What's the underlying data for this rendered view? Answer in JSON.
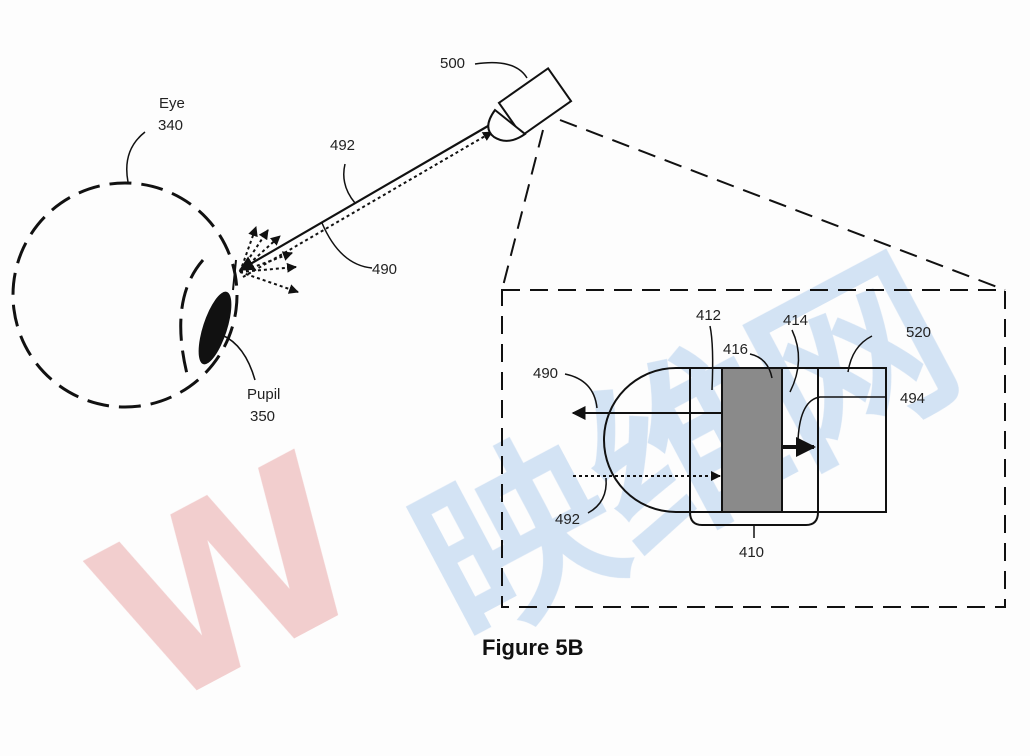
{
  "figure": {
    "caption": "Figure 5B",
    "watermark": {
      "logo": "W",
      "text": "映维网"
    },
    "labels": {
      "eye_name": "Eye",
      "eye_ref": "340",
      "pupil_name": "Pupil",
      "pupil_ref": "350",
      "device": "500",
      "beam_492_upper": "492",
      "beam_490_upper": "490",
      "inset_412": "412",
      "inset_414": "414",
      "inset_416": "416",
      "inset_520": "520",
      "inset_490": "490",
      "inset_494": "494",
      "inset_492": "492",
      "inset_410": "410"
    },
    "colors": {
      "line": "#111111",
      "filter_fill": "#8a8a8a",
      "watermark_red": "#f1c9c9",
      "watermark_blue": "#cfe0f3"
    }
  }
}
